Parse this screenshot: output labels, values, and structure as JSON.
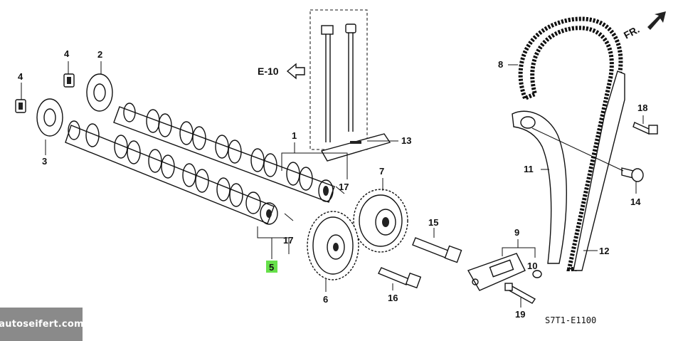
{
  "diagram": {
    "part_labels": {
      "p1": "1",
      "p2": "2",
      "p3": "3",
      "p4a": "4",
      "p4b": "4",
      "p5": "5",
      "p6": "6",
      "p7": "7",
      "p8": "8",
      "p9": "9",
      "p10": "10",
      "p11": "11",
      "p12": "12",
      "p13": "13",
      "p14": "14",
      "p15": "15",
      "p16": "16",
      "p17a": "17",
      "p17b": "17",
      "p18": "18",
      "p19": "19"
    },
    "reference_label": "E-10",
    "direction_label": "FR.",
    "drawing_code": "S7T1-E1100",
    "highlight_color": "#66e04a"
  },
  "watermark": {
    "text": "autoseifert.com"
  }
}
